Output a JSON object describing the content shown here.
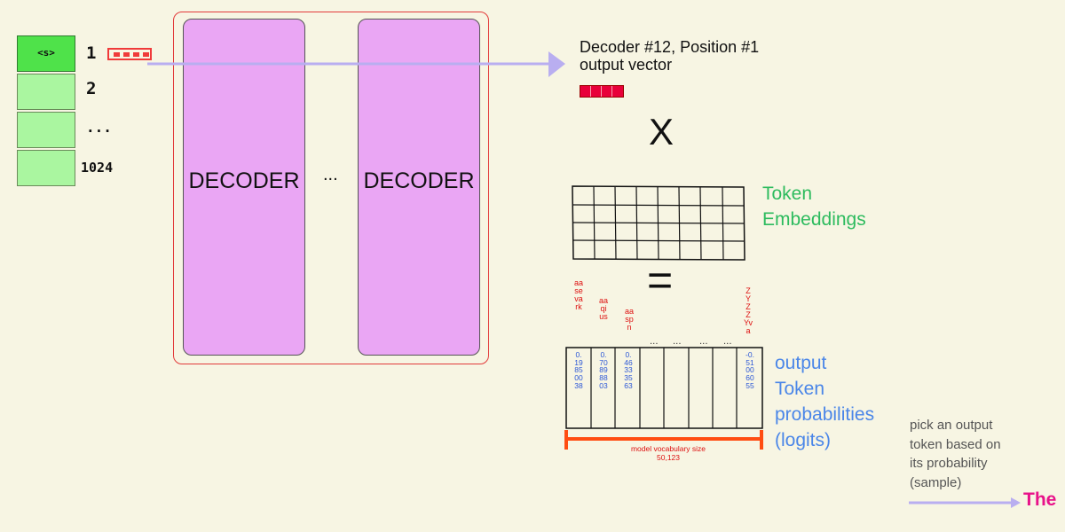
{
  "tokens": {
    "first_token": "<s>",
    "positions": [
      "1",
      "2",
      "...",
      "1024"
    ]
  },
  "decoders": {
    "left_label": "DECODER",
    "ellipsis": "...",
    "right_label": "DECODER"
  },
  "output": {
    "title_line1": "Decoder #12, Position #1",
    "title_line2": "output vector"
  },
  "operators": {
    "multiply": "X",
    "equals": "="
  },
  "embeddings": {
    "label_line1": "Token",
    "label_line2": "Embeddings"
  },
  "logits": {
    "vocab_words": [
      "aasevark",
      "aaqius",
      "aaspn",
      "...",
      "...",
      "...",
      "...",
      "ZYZZYva"
    ],
    "values": [
      "0.19850038",
      "0.70898803",
      "0.46333563",
      "-0.51006055"
    ],
    "label_lines": [
      "output",
      "Token",
      "probabilities",
      "(logits)"
    ],
    "vocab_size_line1": "model vocabulary size",
    "vocab_size_line2": "50,123"
  },
  "sample": {
    "lines": [
      "pick an output",
      "token based on",
      "its probability",
      "(sample)"
    ],
    "result": "The"
  },
  "colors": {
    "background": "#f7f5e3",
    "decoder_fill": "#eaa6f4",
    "token_green": "#aaf6a0",
    "token_green_active": "#4fe24a",
    "vector_red": "#e8003a",
    "arrow_lilac": "#b9aef0",
    "embeddings_green": "#2dbb5e",
    "logits_blue": "#4a86e8",
    "result_pink": "#e8128a",
    "bracket_orange": "#ff4d12"
  }
}
